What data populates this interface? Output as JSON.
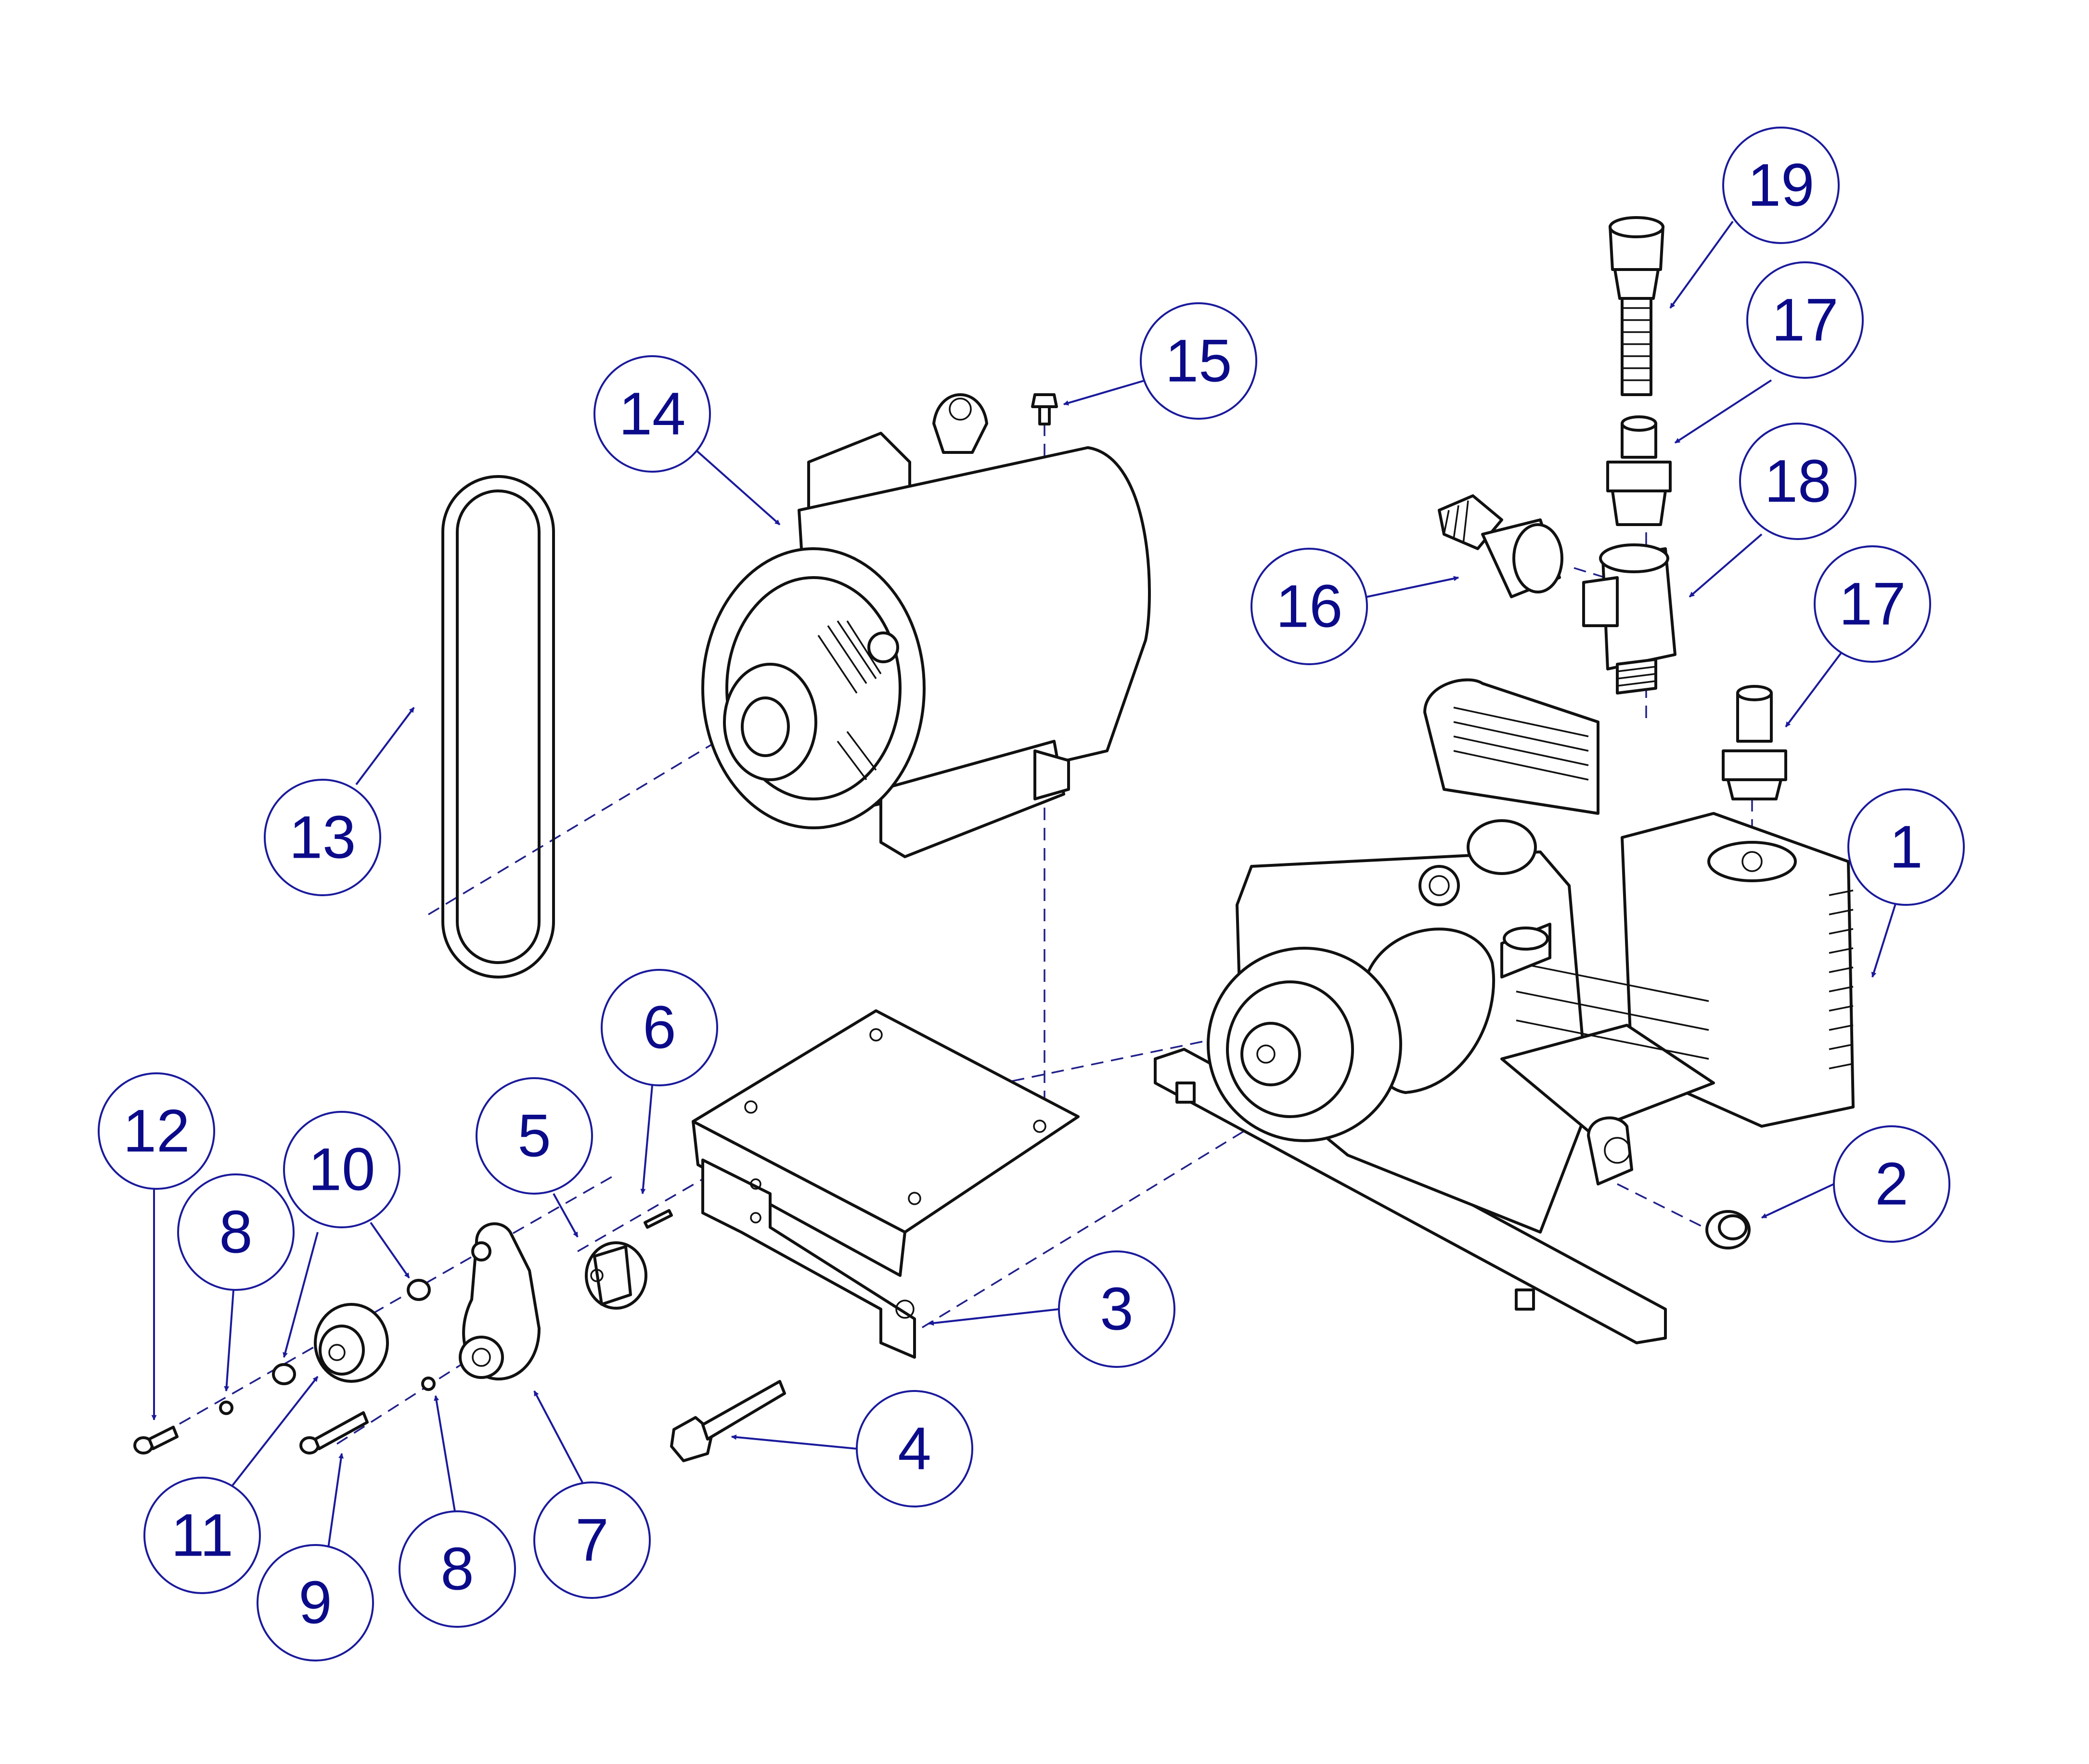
{
  "callouts": [
    {
      "id": "c1",
      "label": "1"
    },
    {
      "id": "c2",
      "label": "2"
    },
    {
      "id": "c3",
      "label": "3"
    },
    {
      "id": "c4",
      "label": "4"
    },
    {
      "id": "c5",
      "label": "5"
    },
    {
      "id": "c6",
      "label": "6"
    },
    {
      "id": "c7",
      "label": "7"
    },
    {
      "id": "c8a",
      "label": "8"
    },
    {
      "id": "c8b",
      "label": "8"
    },
    {
      "id": "c9",
      "label": "9"
    },
    {
      "id": "c10",
      "label": "10"
    },
    {
      "id": "c11",
      "label": "11"
    },
    {
      "id": "c12",
      "label": "12"
    },
    {
      "id": "c13",
      "label": "13"
    },
    {
      "id": "c14",
      "label": "14"
    },
    {
      "id": "c15",
      "label": "15"
    },
    {
      "id": "c16",
      "label": "16"
    },
    {
      "id": "c17a",
      "label": "17"
    },
    {
      "id": "c17b",
      "label": "17"
    },
    {
      "id": "c18",
      "label": "18"
    },
    {
      "id": "c19",
      "label": "19"
    }
  ],
  "colors": {
    "callout": "#1a1a9c",
    "callout_text": "#0b0b8a",
    "line_art": "#111111"
  }
}
